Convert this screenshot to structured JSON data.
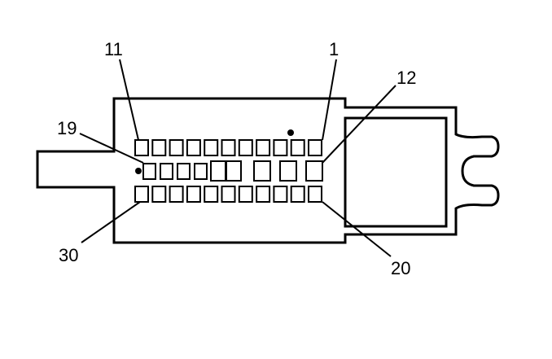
{
  "diagram": {
    "labels": {
      "pin_11": "11",
      "pin_1": "1",
      "pin_12": "12",
      "pin_19": "19",
      "pin_30": "30",
      "pin_20": "20"
    },
    "rows": {
      "top_count": 11,
      "middle_count": 9,
      "bottom_count": 11
    }
  }
}
